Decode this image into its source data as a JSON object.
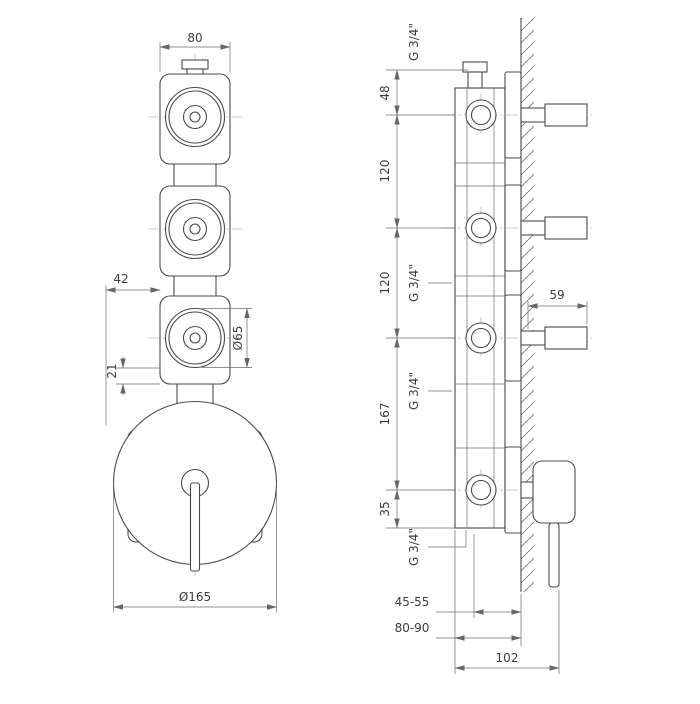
{
  "front_view": {
    "dim_top_width": "80",
    "dim_offset": "42",
    "dim_valve_diameter": "Ø65",
    "dim_small_offset": "21",
    "dim_plate_diameter": "Ø165"
  },
  "side_view": {
    "thread_top": "G 3/4\"",
    "dim_top_to_port1": "48",
    "dim_port_spacing_upper": "120",
    "thread_second": "G 3/4\"",
    "dim_port_spacing_lower": "120",
    "dim_handle_projection": "59",
    "thread_third": "G 3/4\"",
    "dim_port3_to_port4": "167",
    "dim_port4_to_bottom": "35",
    "thread_bottom": "G 3/4\"",
    "dim_recess_depth_min": "45-55",
    "dim_recess_depth_max": "80-90",
    "dim_total_depth": "102"
  }
}
